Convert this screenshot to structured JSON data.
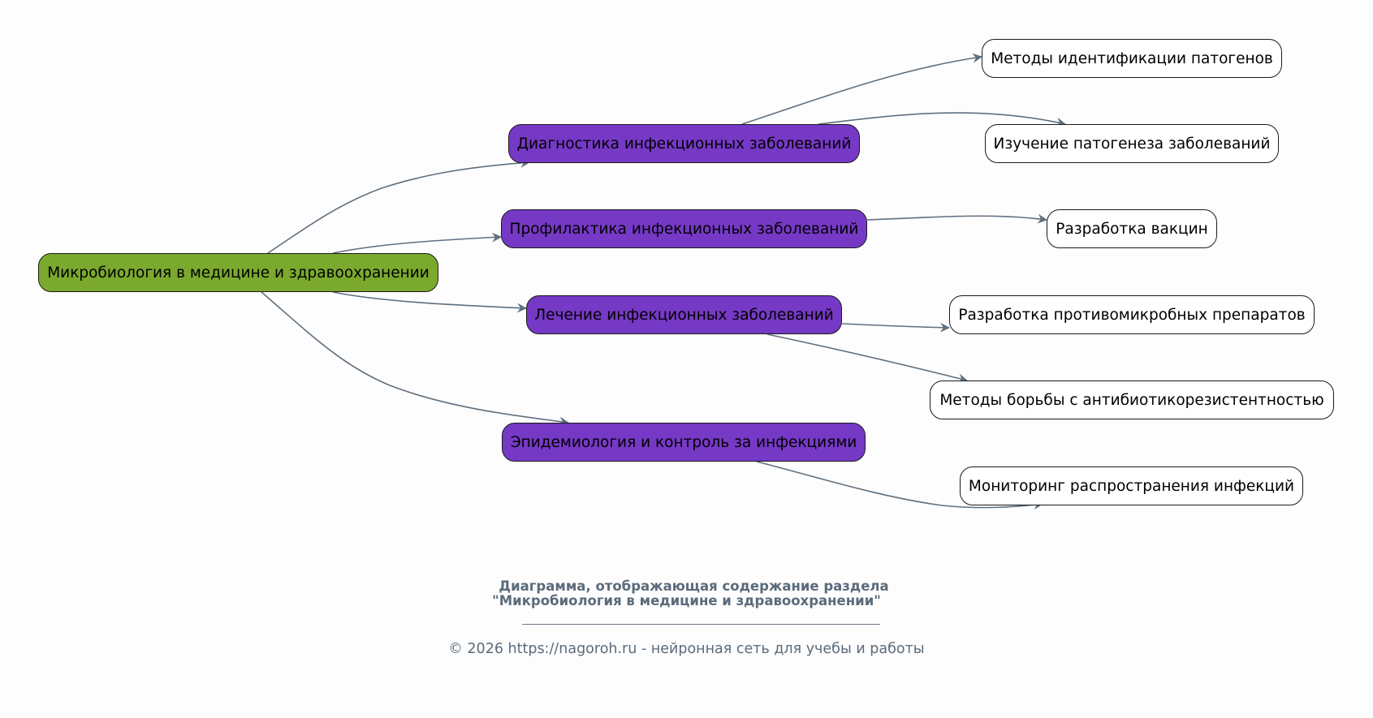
{
  "diagram": {
    "root": {
      "id": "root",
      "label": "Микробиология в медицине и здравоохранении",
      "color": "#7ba92e"
    },
    "branches": [
      {
        "id": "b1",
        "label": "Диагностика инфекционных заболеваний",
        "color": "#7639c6"
      },
      {
        "id": "b2",
        "label": "Профилактика инфекционных заболеваний",
        "color": "#7639c6"
      },
      {
        "id": "b3",
        "label": "Лечение инфекционных заболеваний",
        "color": "#7639c6"
      },
      {
        "id": "b4",
        "label": "Эпидемиология и контроль за инфекциями",
        "color": "#7639c6"
      }
    ],
    "leaves": [
      {
        "id": "l1",
        "parent": "b1",
        "label": "Методы идентификации патогенов"
      },
      {
        "id": "l2",
        "parent": "b1",
        "label": "Изучение патогенеза заболеваний"
      },
      {
        "id": "l3",
        "parent": "b2",
        "label": "Разработка вакцин"
      },
      {
        "id": "l4",
        "parent": "b3",
        "label": "Разработка противомикробных препаратов"
      },
      {
        "id": "l5",
        "parent": "b3",
        "label": "Методы борьбы с антибиотикорезистентностью"
      },
      {
        "id": "l6",
        "parent": "b4",
        "label": "Мониторинг распространения инфекций"
      }
    ],
    "edges": [
      {
        "from": "root",
        "to": "b1"
      },
      {
        "from": "root",
        "to": "b2"
      },
      {
        "from": "root",
        "to": "b3"
      },
      {
        "from": "root",
        "to": "b4"
      },
      {
        "from": "b1",
        "to": "l1"
      },
      {
        "from": "b1",
        "to": "l2"
      },
      {
        "from": "b2",
        "to": "l3"
      },
      {
        "from": "b3",
        "to": "l4"
      },
      {
        "from": "b3",
        "to": "l5"
      },
      {
        "from": "b4",
        "to": "l6"
      }
    ],
    "edge_color": "#5f6f7e"
  },
  "caption": {
    "line1": "Диаграмма, отображающая содержание раздела",
    "line2": "\"Микробиология в медицине и здравоохранении\""
  },
  "footer": {
    "text": "© 2026 https://nagoroh.ru - нейронная сеть для учебы и работы"
  }
}
